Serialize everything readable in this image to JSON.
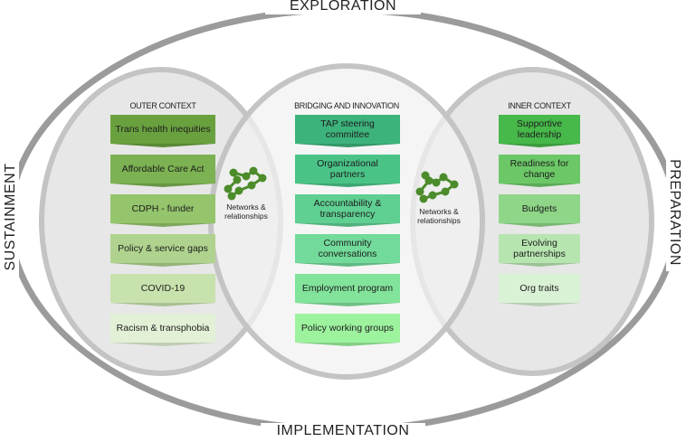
{
  "phases": {
    "top": "EXPLORATION",
    "bottom": "IMPLEMENTATION",
    "left": "SUSTAINMENT",
    "right": "PREPARATION"
  },
  "outer_context": {
    "title": "OUTER CONTEXT",
    "items": [
      "Trans health inequities",
      "Affordable Care Act",
      "CDPH - funder",
      "Policy & service gaps",
      "COVID-19",
      "Racism & transphobia"
    ],
    "colors": [
      "#6aa13f",
      "#7cb252",
      "#94c46c",
      "#afd38e",
      "#c8e2ae",
      "#e2f0d5"
    ]
  },
  "bridging": {
    "title": "BRIDGING AND INNOVATION",
    "items": [
      "TAP steering committee",
      "Organizational partners",
      "Accountability & transparency",
      "Community conversations",
      "Employment program",
      "Policy working groups"
    ],
    "colors": [
      "#3db37c",
      "#4ac387",
      "#5fcf92",
      "#72da9a",
      "#82e39b",
      "#9df29e"
    ]
  },
  "inner_context": {
    "title": "INNER CONTEXT",
    "items": [
      "Supportive leadership",
      "Readiness for change",
      "Budgets",
      "Evolving partnerships",
      "Org traits"
    ],
    "colors": [
      "#47b84a",
      "#6cc867",
      "#8fd688",
      "#b7e5b0",
      "#d9f1d4"
    ]
  },
  "connectors": [
    {
      "label": "Networks & relationships",
      "icon": "network-icon"
    },
    {
      "label": "Networks & relationships",
      "icon": "network-icon"
    }
  ],
  "colors": {
    "outer_ring": "#9b9b9b",
    "circle_fill": "#e6e6e6",
    "circle_fill_center": "#f2f2f2",
    "circle_stroke": "#c4c4c4",
    "network_green": "#4c8c2b"
  }
}
